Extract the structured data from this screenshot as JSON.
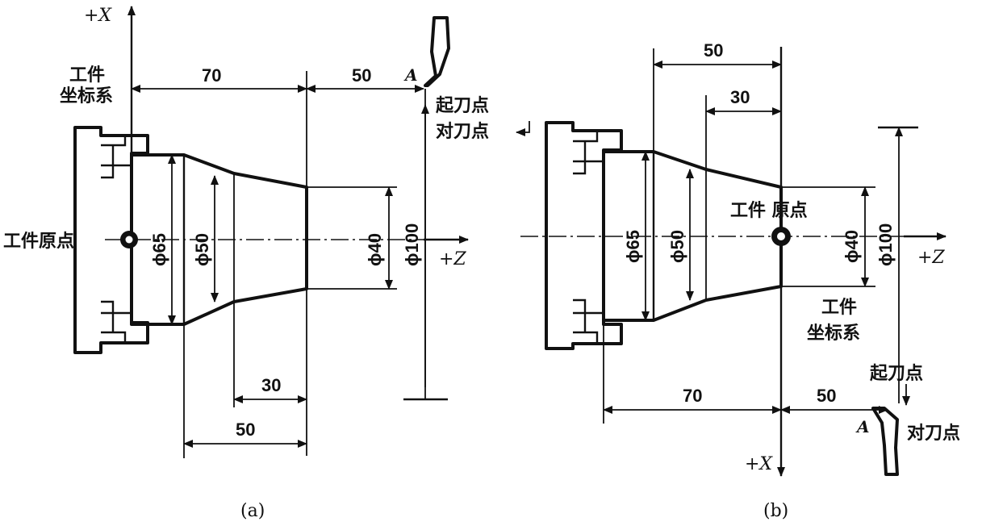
{
  "figure_a": {
    "caption": "(a)",
    "axis_x_label": "+X",
    "axis_z_label": "+Z",
    "workpiece_coord_line1": "工件",
    "workpiece_coord_line2": "坐标系",
    "workpiece_origin_label": "工件原点",
    "start_point_label": "起刀点",
    "tool_set_point_label": "对刀点",
    "point_a_label": "A",
    "dim_70": "70",
    "dim_50_top": "50",
    "dim_30": "30",
    "dim_50_bottom": "50",
    "dia_65": "ϕ65",
    "dia_50": "ϕ50",
    "dia_40": "ϕ40",
    "dia_100": "ϕ100"
  },
  "figure_b": {
    "caption": "(b)",
    "axis_x_label": "+X",
    "axis_z_label": "+Z",
    "workpiece_origin_label": "工件 原点",
    "workpiece_coord_line1": "工件",
    "workpiece_coord_line2": "坐标系",
    "start_point_label": "起刀点",
    "tool_set_point_label": "对刀点",
    "point_a_label": "A",
    "dim_50_top": "50",
    "dim_30": "30",
    "dim_70": "70",
    "dim_50_bottom": "50",
    "dia_65": "ϕ65",
    "dia_50": "ϕ50",
    "dia_40": "ϕ40",
    "dia_100": "ϕ100"
  }
}
